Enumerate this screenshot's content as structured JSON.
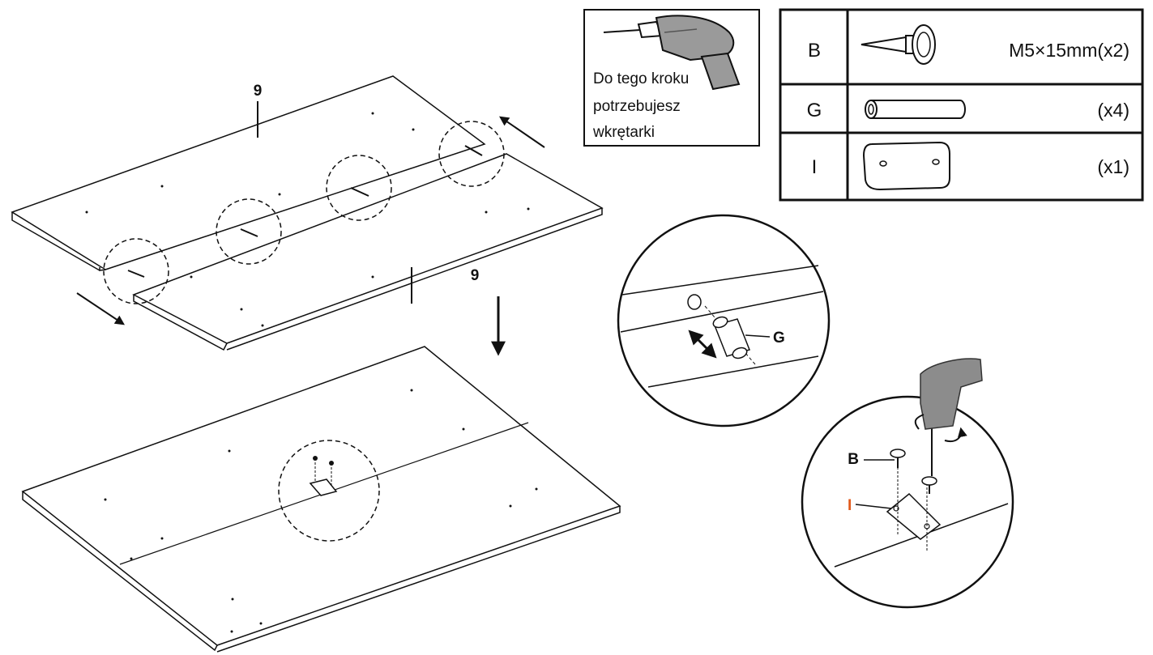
{
  "tool_box": {
    "lines": [
      "Do tego kroku",
      "potrzebujesz",
      "wkrętarki"
    ],
    "icon": "screwdriver-drill-icon"
  },
  "parts_table": {
    "rows": [
      {
        "letter": "B",
        "icon": "screw-icon",
        "spec": "M5×15mm(x2)"
      },
      {
        "letter": "G",
        "icon": "dowel-icon",
        "spec": "(x4)"
      },
      {
        "letter": "I",
        "icon": "connector-plate-icon",
        "spec": "(x1)"
      }
    ]
  },
  "panel_labels": {
    "top_panel": "9",
    "bottom_panel": "9"
  },
  "callouts": {
    "dowel": "G",
    "screw": "B",
    "plate": "I"
  },
  "colors": {
    "line": "#111111",
    "accent_plate_label": "#e25a1c",
    "drill_body": "#8c8c8c"
  }
}
